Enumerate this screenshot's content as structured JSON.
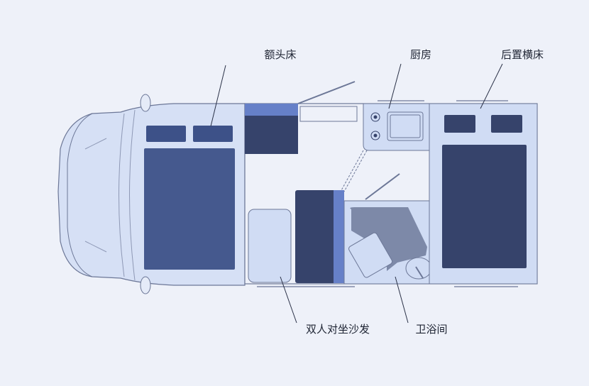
{
  "labels": {
    "overcab_bed": "额头床",
    "kitchen": "厨房",
    "rear_bed": "后置横床",
    "sofa": "双人对坐沙发",
    "bathroom": "卫浴间"
  },
  "colors": {
    "background": "#eef1f9",
    "body_fill": "#d0dcf4",
    "dark_furniture": "#36436b",
    "bed_blue": "#3d5188",
    "accent_blue": "#6680c8",
    "outline": "#7a86a6"
  }
}
